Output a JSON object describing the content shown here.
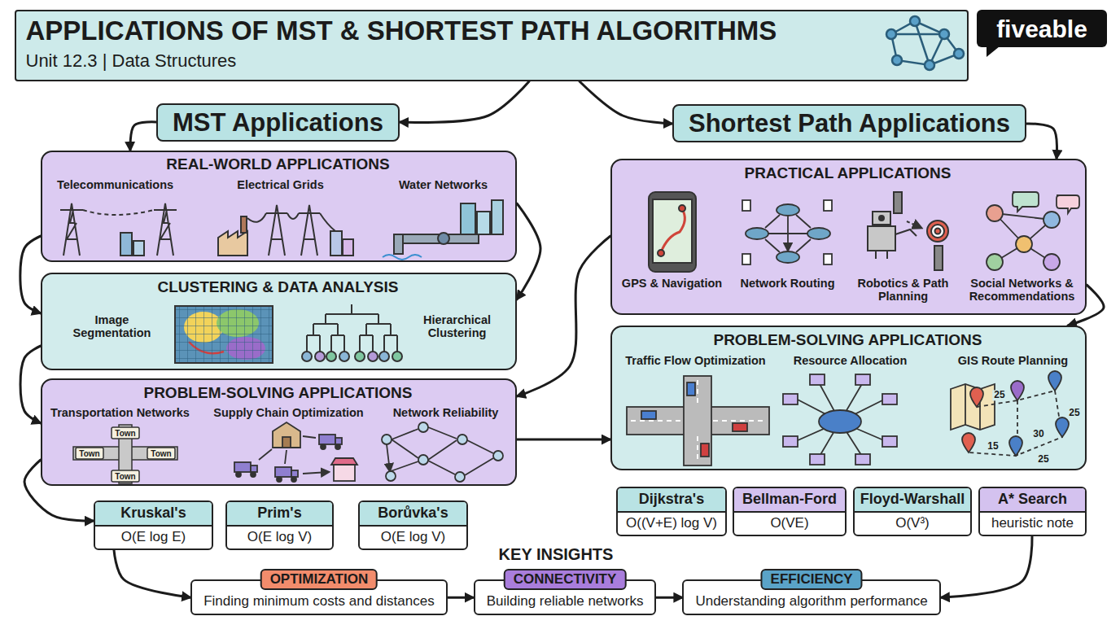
{
  "diagram": {
    "nodes": [
      {
        "text": [
          "APPLICATIONS OF MST & SHORTEST PATH ALGORITHMS",
          "Unit 12.3 | Data Structures"
        ]
      },
      {
        "text": [
          "MST Applications"
        ]
      },
      {
        "text": [
          "Shortest Path Applications"
        ]
      },
      {
        "text": [
          "REAL-WORLD APPLICATIONS",
          "Telecommunications",
          "Electrical Grids",
          "Water Networks"
        ]
      },
      {
        "text": [
          "CLUSTERING & DATA ANALYSIS",
          "Image Segmentation",
          "Hierarchical Clustering"
        ]
      },
      {
        "text": [
          "PROBLEM-SOLVING APPLICATIONS",
          "Transportation Networks",
          "Supply Chain Optimization",
          "Network Reliability"
        ]
      },
      {
        "text": [
          "Kruskal's",
          "O(E log E)"
        ]
      },
      {
        "text": [
          "Prim's",
          "O(E log V)"
        ]
      },
      {
        "text": [
          "Borůvka's",
          "O(E log V)"
        ]
      },
      {
        "text": [
          "PRACTICAL APPLICATIONS",
          "GPS & Navigation",
          "Network Routing",
          "Robotics & Path Planning",
          "Social Networks & Recommendations"
        ]
      },
      {
        "text": [
          "PROBLEM-SOLVING APPLICATIONS",
          "Traffic Flow Optimization",
          "Resource Allocation",
          "GIS Route Planning"
        ]
      },
      {
        "text": [
          "Dijkstra's",
          "O((V+E) log V)"
        ]
      },
      {
        "text": [
          "Bellman-Ford",
          "O(VE)"
        ]
      },
      {
        "text": [
          "Floyd-Warshall",
          "O(V³)"
        ]
      },
      {
        "text": [
          "A* Search",
          "heuristic note"
        ]
      },
      {
        "text": [
          "OPTIMIZATION",
          "Finding minimum costs and distances"
        ]
      },
      {
        "text": [
          "CONNECTIVITY",
          "Building reliable networks"
        ]
      },
      {
        "text": [
          "EFFICIENCY",
          "Understanding algorithm performance"
        ]
      }
    ],
    "edges": [
      {
        "from": 0,
        "to": 1,
        "arrow": "to"
      },
      {
        "from": 0,
        "to": 2,
        "arrow": "to"
      },
      {
        "from": 1,
        "to": 3,
        "arrow": "to"
      },
      {
        "from": 2,
        "to": 9,
        "arrow": "to"
      },
      {
        "from": 3,
        "to": 4,
        "arrow": "to"
      },
      {
        "from": 3,
        "to": 4,
        "arrow": "to"
      },
      {
        "from": 4,
        "to": 5,
        "arrow": "to"
      },
      {
        "from": 5,
        "to": 6,
        "arrow": "to"
      },
      {
        "from": 9,
        "to": 5,
        "arrow": "to"
      },
      {
        "from": 5,
        "to": 10,
        "arrow": "to"
      },
      {
        "from": 9,
        "to": 10,
        "arrow": "to"
      },
      {
        "from": 6,
        "to": 15,
        "arrow": "to"
      },
      {
        "from": 15,
        "to": 16,
        "arrow": "to"
      },
      {
        "from": 16,
        "to": 17,
        "arrow": "to"
      },
      {
        "from": 14,
        "to": 17,
        "arrow": "to"
      }
    ],
    "labels": [
      "fiveable",
      "KEY INSIGHTS",
      "Town",
      "Town",
      "Town",
      "Town",
      "25",
      "25",
      "30",
      "15",
      "25"
    ]
  }
}
